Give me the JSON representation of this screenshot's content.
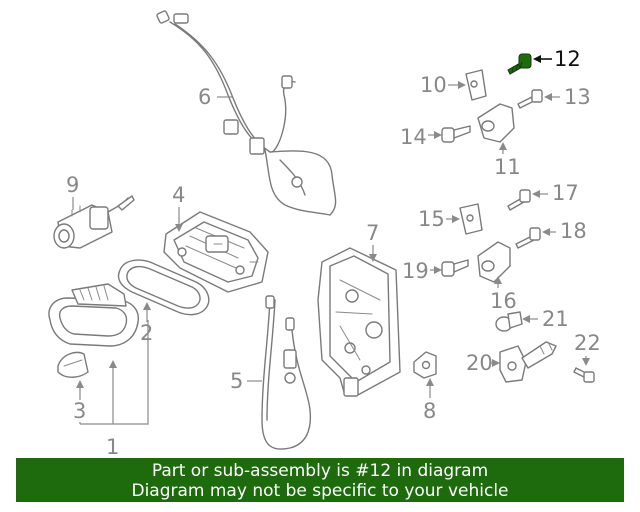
{
  "callouts": {
    "c1": "1",
    "c2": "2",
    "c3": "3",
    "c4": "4",
    "c5": "5",
    "c6": "6",
    "c7": "7",
    "c8": "8",
    "c9": "9",
    "c10": "10",
    "c11": "11",
    "c12": "12",
    "c13": "13",
    "c14": "14",
    "c15": "15",
    "c16": "16",
    "c17": "17",
    "c18": "18",
    "c19": "19",
    "c20": "20",
    "c21": "21",
    "c22": "22"
  },
  "highlight": {
    "part_number": "12",
    "color": "#1e6b0e"
  },
  "footer": {
    "line1": "Part or sub-assembly is #12 in diagram",
    "line2": "Diagram may not be specific to your vehicle",
    "background": "#1e6b0e"
  }
}
